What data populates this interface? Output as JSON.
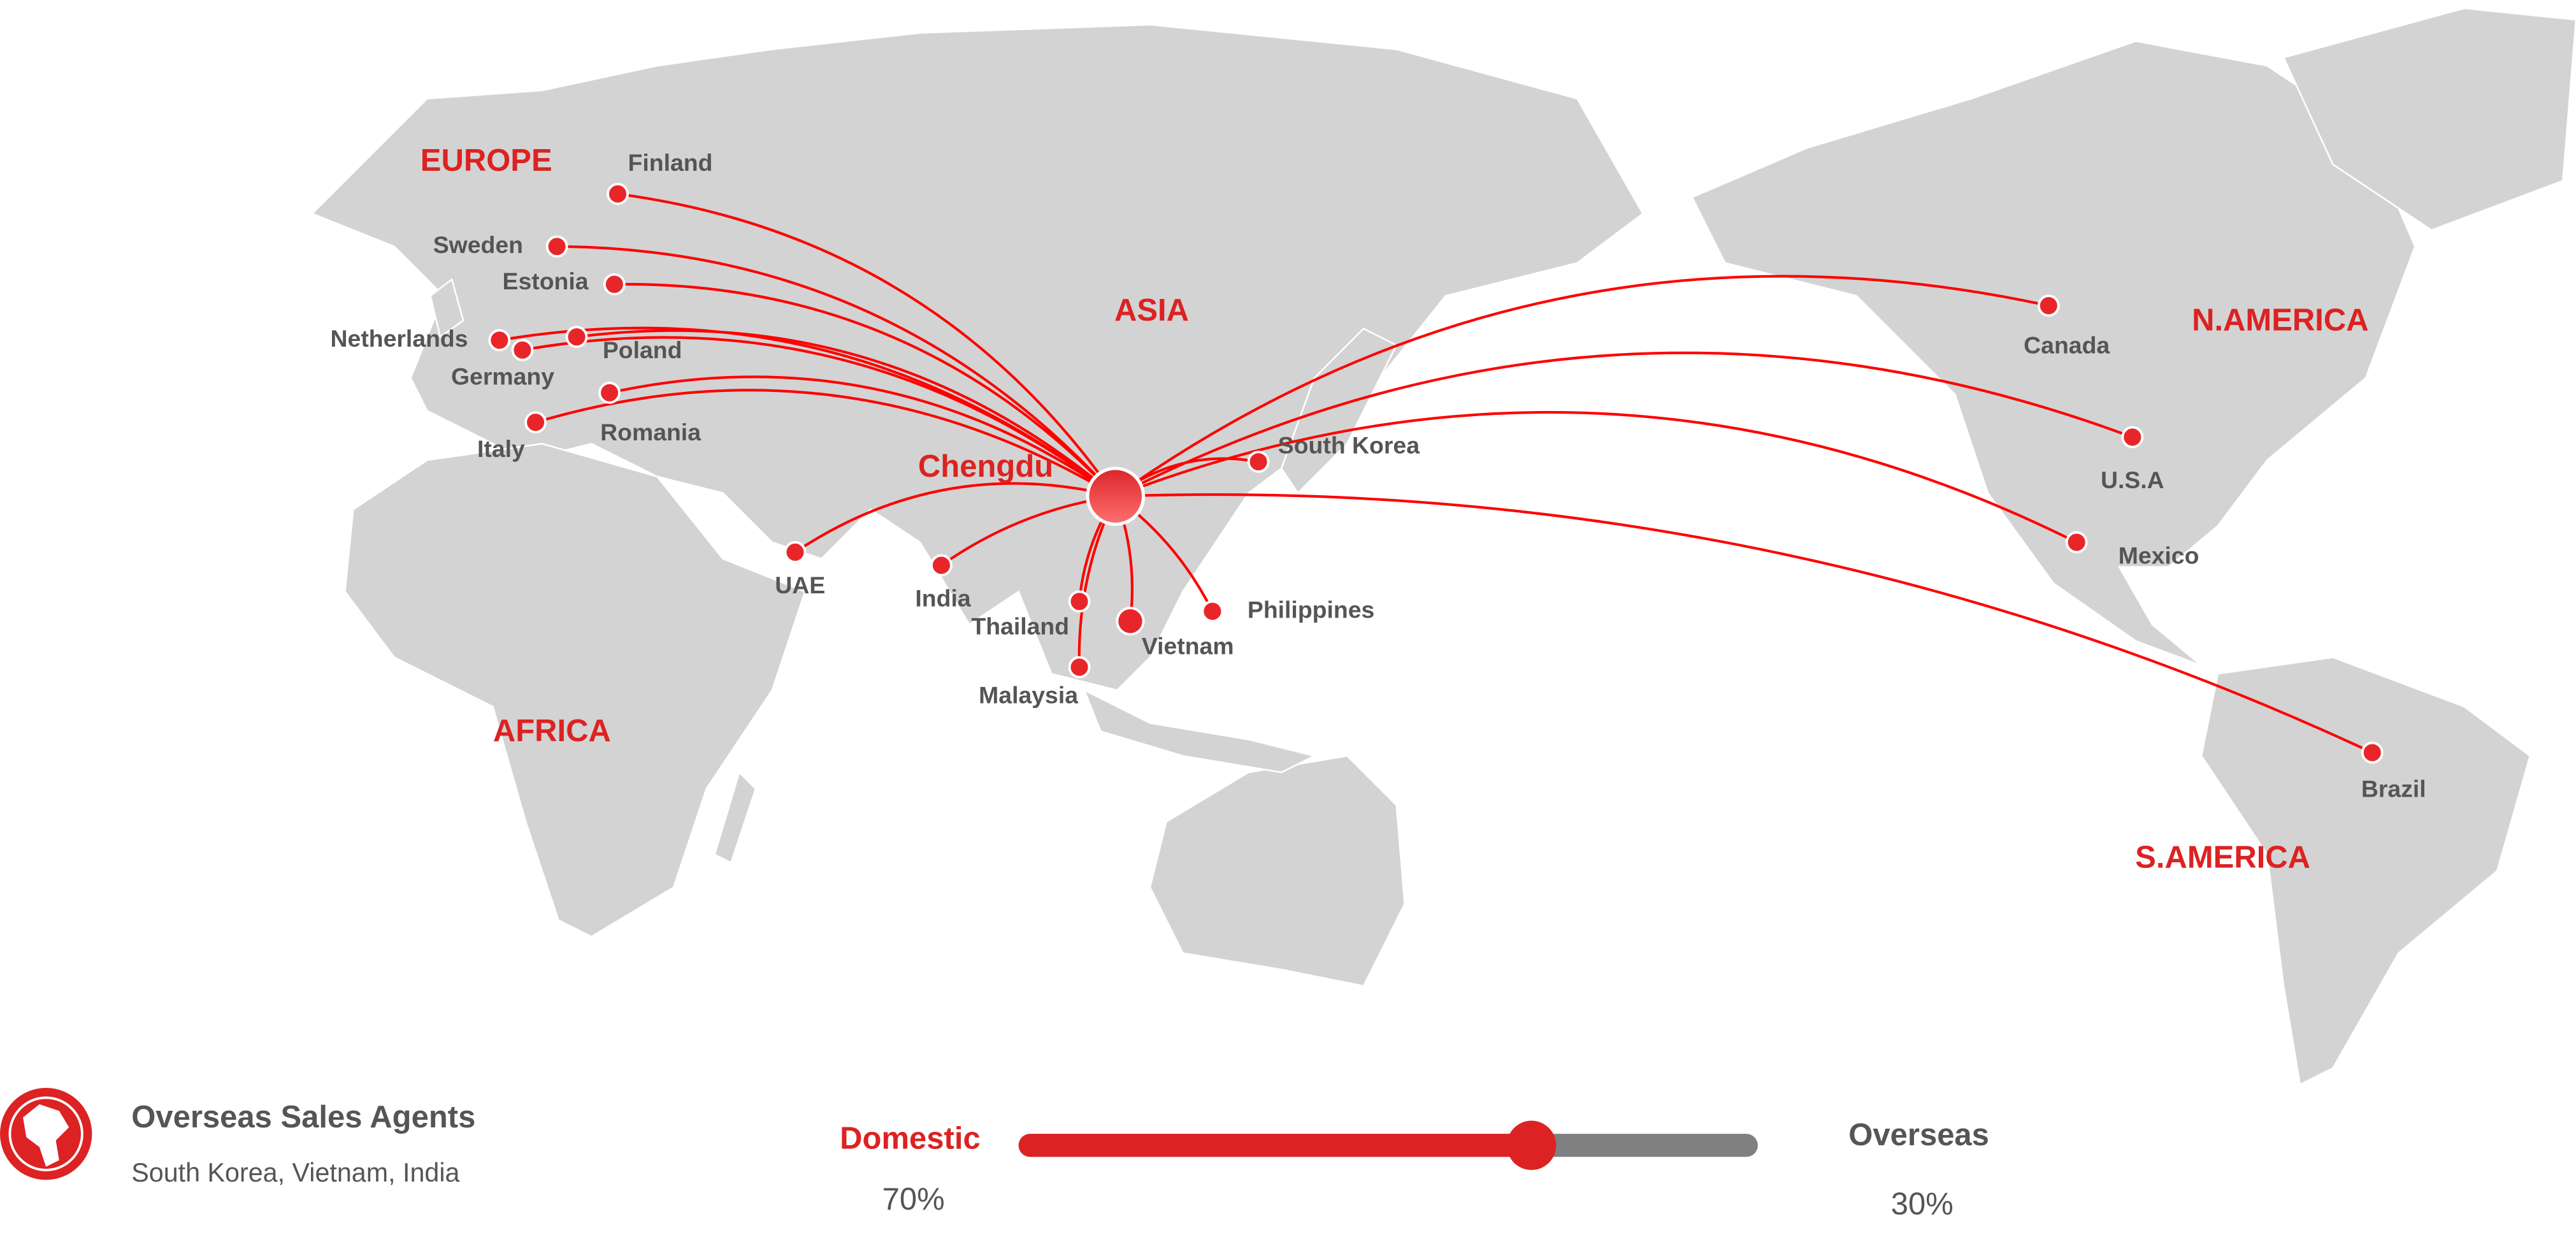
{
  "colors": {
    "accent": "#dc2222",
    "arc": "#ff0000",
    "land": "#d3d3d3",
    "text": "#555555",
    "track": "#808080"
  },
  "regions": [
    {
      "id": "europe",
      "label": "EUROPE"
    },
    {
      "id": "asia",
      "label": "ASIA"
    },
    {
      "id": "namerica",
      "label": "N.AMERICA"
    },
    {
      "id": "africa",
      "label": "AFRICA"
    },
    {
      "id": "samerica",
      "label": "S.AMERICA"
    }
  ],
  "hub": {
    "label": "Chengdu"
  },
  "destinations": [
    {
      "id": "finland",
      "label": "Finland"
    },
    {
      "id": "sweden",
      "label": "Sweden"
    },
    {
      "id": "estonia",
      "label": "Estonia"
    },
    {
      "id": "netherlands",
      "label": "Netherlands"
    },
    {
      "id": "germany",
      "label": "Germany"
    },
    {
      "id": "poland",
      "label": "Poland"
    },
    {
      "id": "romania",
      "label": "Romania"
    },
    {
      "id": "italy",
      "label": "Italy"
    },
    {
      "id": "uae",
      "label": "UAE"
    },
    {
      "id": "india",
      "label": "India"
    },
    {
      "id": "thailand",
      "label": "Thailand"
    },
    {
      "id": "vietnam",
      "label": "Vietnam"
    },
    {
      "id": "malaysia",
      "label": "Malaysia"
    },
    {
      "id": "philippines",
      "label": "Philippines"
    },
    {
      "id": "southkorea",
      "label": "South Korea"
    },
    {
      "id": "canada",
      "label": "Canada"
    },
    {
      "id": "usa",
      "label": "U.S.A"
    },
    {
      "id": "mexico",
      "label": "Mexico"
    },
    {
      "id": "brazil",
      "label": "Brazil"
    }
  ],
  "agents": {
    "title": "Overseas Sales Agents",
    "countries": "South Korea, Vietnam, India",
    "icon": "globe-map-icon"
  },
  "split": {
    "domestic_label": "Domestic",
    "domestic_value": "70%",
    "overseas_label": "Overseas",
    "overseas_value": "30%",
    "domestic_fraction": 0.7
  }
}
